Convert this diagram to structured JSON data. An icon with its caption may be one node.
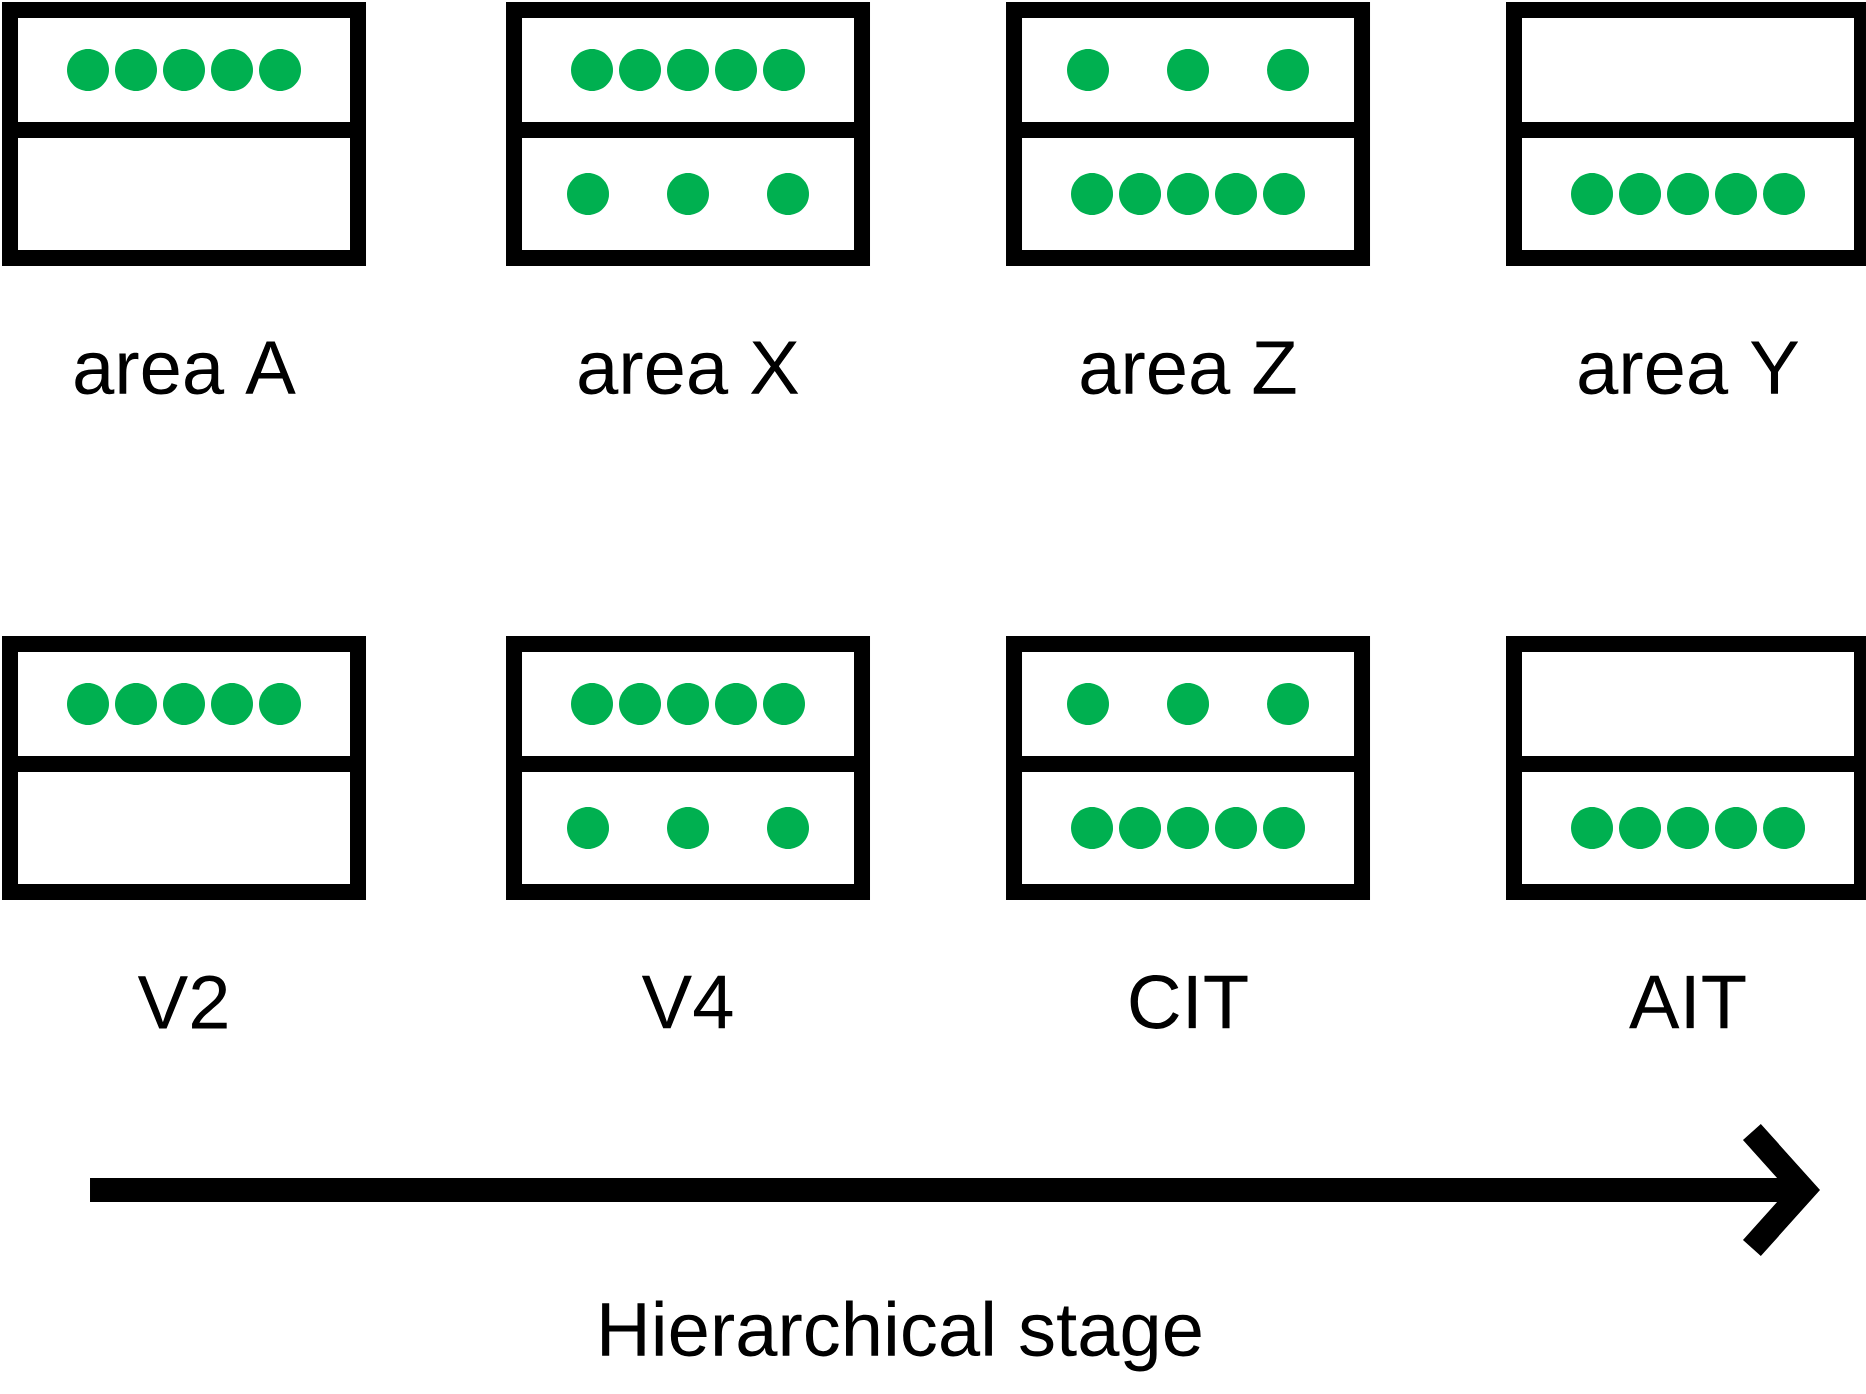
{
  "diagram": {
    "nodes": [
      {
        "text": [],
        "shape": "box",
        "beside": [
          "area A"
        ]
      },
      {
        "text": [],
        "shape": "box",
        "beside": [
          "area X"
        ]
      },
      {
        "text": [],
        "shape": "box",
        "beside": [
          "area Z"
        ]
      },
      {
        "text": [],
        "shape": "box",
        "beside": [
          "area Y"
        ]
      },
      {
        "text": [],
        "shape": "box",
        "beside": [
          "V2"
        ]
      },
      {
        "text": [],
        "shape": "box",
        "beside": [
          "V4"
        ]
      },
      {
        "text": [],
        "shape": "box",
        "beside": [
          "CIT"
        ]
      },
      {
        "text": [],
        "shape": "box",
        "beside": [
          "AIT"
        ]
      }
    ],
    "edges": [],
    "labels": [
      "Hierarchical stage"
    ]
  }
}
